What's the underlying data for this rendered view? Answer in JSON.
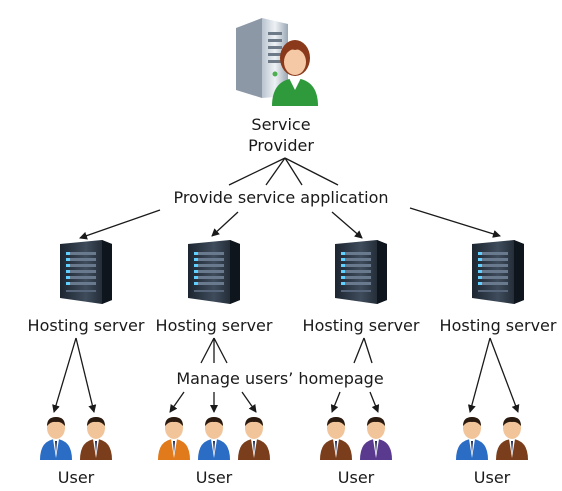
{
  "provider": {
    "line1": "Service",
    "line2": "Provider",
    "icon": "service-provider-icon"
  },
  "provide_label": "Provide service application",
  "manage_label": "Manage users’ homepage",
  "servers": [
    {
      "label": "Hosting server",
      "icon": "server-icon"
    },
    {
      "label": "Hosting server",
      "icon": "server-icon"
    },
    {
      "label": "Hosting server",
      "icon": "server-icon"
    },
    {
      "label": "Hosting server",
      "icon": "server-icon"
    }
  ],
  "user_groups": [
    {
      "label": "User",
      "users": [
        "blue",
        "brown"
      ]
    },
    {
      "label": "User",
      "users": [
        "orange",
        "blue",
        "brown"
      ]
    },
    {
      "label": "User",
      "users": [
        "brown",
        "purple"
      ]
    },
    {
      "label": "User",
      "users": [
        "blue",
        "brown"
      ]
    }
  ],
  "colors": {
    "blue": "#2b6cc4",
    "brown": "#7a3e1c",
    "orange": "#e07a1a",
    "purple": "#5a3a8e",
    "provider_shirt": "#2e9a3c"
  }
}
